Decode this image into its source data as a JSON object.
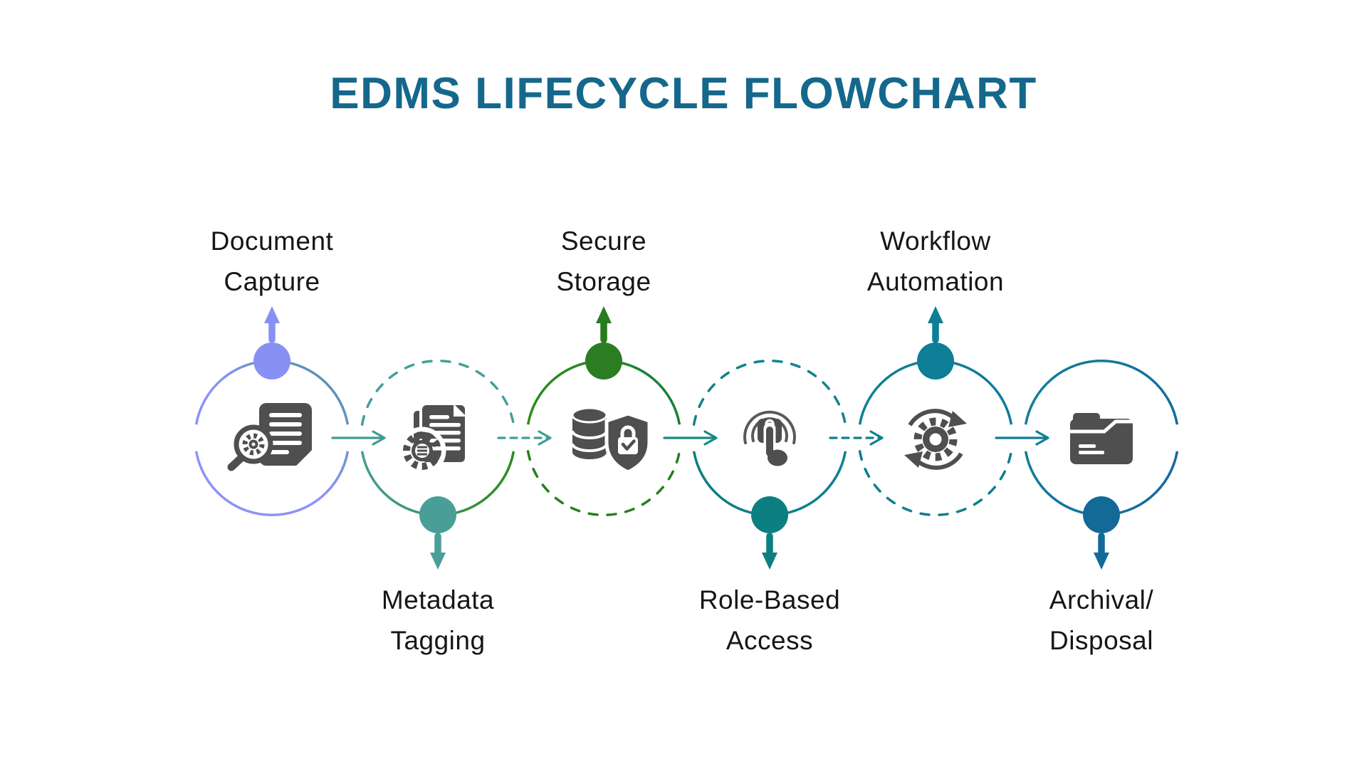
{
  "title": "EDMS LIFECYCLE FLOWCHART",
  "colors": {
    "title": "#14688b",
    "text": "#161616",
    "icon": "#4f4f4f",
    "background": "#ffffff"
  },
  "nodes": [
    {
      "id": "document-capture",
      "label_lines": [
        "Document",
        "Capture"
      ],
      "label_position": "top",
      "icon": "document-search-icon",
      "accent": "#8791f3",
      "circle_style": "solid",
      "circle_colors": [
        "#8b93f6",
        "#4b929b"
      ]
    },
    {
      "id": "metadata-tagging",
      "label_lines": [
        "Metadata",
        "Tagging"
      ],
      "label_position": "bottom",
      "icon": "document-gear-icon",
      "accent": "#4a9e98",
      "circle_style": "dashed-top-solid-bottom",
      "circle_colors": [
        "#43a098",
        "#2e8b1e"
      ]
    },
    {
      "id": "secure-storage",
      "label_lines": [
        "Secure",
        "Storage"
      ],
      "label_position": "top",
      "icon": "database-shield-icon",
      "accent": "#2b7d22",
      "circle_style": "solid-top-dashed-bottom",
      "circle_colors": [
        "#2e8b1e",
        "#26801d"
      ]
    },
    {
      "id": "role-based-access",
      "label_lines": [
        "Role-Based",
        "Access"
      ],
      "label_position": "bottom",
      "icon": "touch-lock-icon",
      "accent": "#0b7f81",
      "circle_style": "dashed-top-solid-bottom",
      "circle_colors": [
        "#12828c",
        "#0b7f81"
      ]
    },
    {
      "id": "workflow-automation",
      "label_lines": [
        "Workflow",
        "Automation"
      ],
      "label_position": "top",
      "icon": "gear-sync-icon",
      "accent": "#0d7e96",
      "circle_style": "solid-top-dashed-bottom",
      "circle_colors": [
        "#0e8090",
        "#117a9e"
      ]
    },
    {
      "id": "archival-disposal",
      "label_lines": [
        "Archival/",
        "Disposal"
      ],
      "label_position": "bottom",
      "icon": "folder-archive-icon",
      "accent": "#146a97",
      "circle_style": "solid",
      "circle_colors": [
        "#0f8097",
        "#15699f"
      ]
    }
  ],
  "connectors": [
    {
      "from": "document-capture",
      "to": "metadata-tagging",
      "style": "solid",
      "color": "#3f9a94"
    },
    {
      "from": "metadata-tagging",
      "to": "secure-storage",
      "style": "dashed",
      "color": "#3f9d96"
    },
    {
      "from": "secure-storage",
      "to": "role-based-access",
      "style": "solid",
      "color": "#178a80"
    },
    {
      "from": "role-based-access",
      "to": "workflow-automation",
      "style": "dashed",
      "color": "#0e808c"
    },
    {
      "from": "workflow-automation",
      "to": "archival-disposal",
      "style": "solid",
      "color": "#0f7f93"
    }
  ]
}
